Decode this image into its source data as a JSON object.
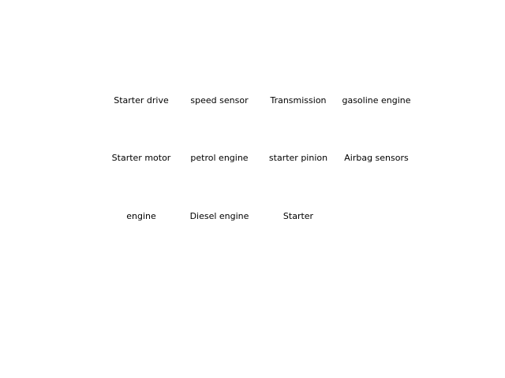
{
  "labels": {
    "row1": [
      "Starter drive",
      "speed sensor",
      "Transmission",
      "gasoline engine"
    ],
    "row2": [
      "Starter motor",
      "petrol engine",
      "starter pinion",
      "Airbag sensors"
    ],
    "row3": [
      "engine",
      "Diesel engine",
      "Starter"
    ]
  }
}
